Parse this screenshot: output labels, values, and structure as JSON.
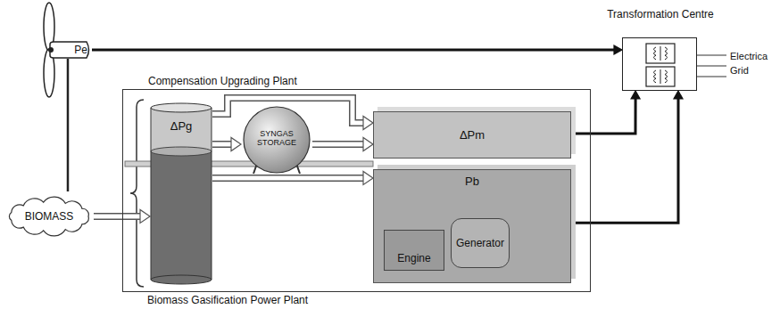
{
  "diagram": {
    "nodes": [
      {
        "text": [
          "Pe"
        ]
      },
      {
        "text": [
          "Transformation Centre"
        ]
      },
      {
        "text": [
          "Compensation Upgrading Plant"
        ]
      },
      {
        "text": [
          "ΔPg"
        ],
        "in": 2
      },
      {
        "text": [
          "SYNGAS STORAGE"
        ],
        "in": 2
      },
      {
        "text": [
          "ΔPm"
        ],
        "in": 2
      },
      {
        "text": [
          "Pb"
        ],
        "in": 2
      },
      {
        "text": [
          "Engine"
        ],
        "in": 6
      },
      {
        "text": [
          "Generator"
        ],
        "in": 6
      },
      {
        "text": [
          "BIOMASS"
        ]
      }
    ],
    "edges": [
      {
        "from": 0,
        "to": 1,
        "arrow": "to"
      },
      {
        "from": 9,
        "to": 3,
        "arrow": "to"
      },
      {
        "from": 3,
        "to": 4,
        "arrow": "to"
      },
      {
        "from": 4,
        "to": 5,
        "arrow": "to"
      },
      {
        "from": 3,
        "to": 5,
        "arrow": "to"
      },
      {
        "from": 3,
        "to": 6,
        "arrow": "to"
      },
      {
        "from": 5,
        "to": 1,
        "arrow": "to"
      },
      {
        "from": 6,
        "to": 1,
        "arrow": "to"
      },
      {
        "from": 7,
        "to": 8,
        "arrow": "none"
      }
    ],
    "labels": [
      "Biomass Gasification Power Plant",
      "Electrica",
      "Grid"
    ]
  }
}
